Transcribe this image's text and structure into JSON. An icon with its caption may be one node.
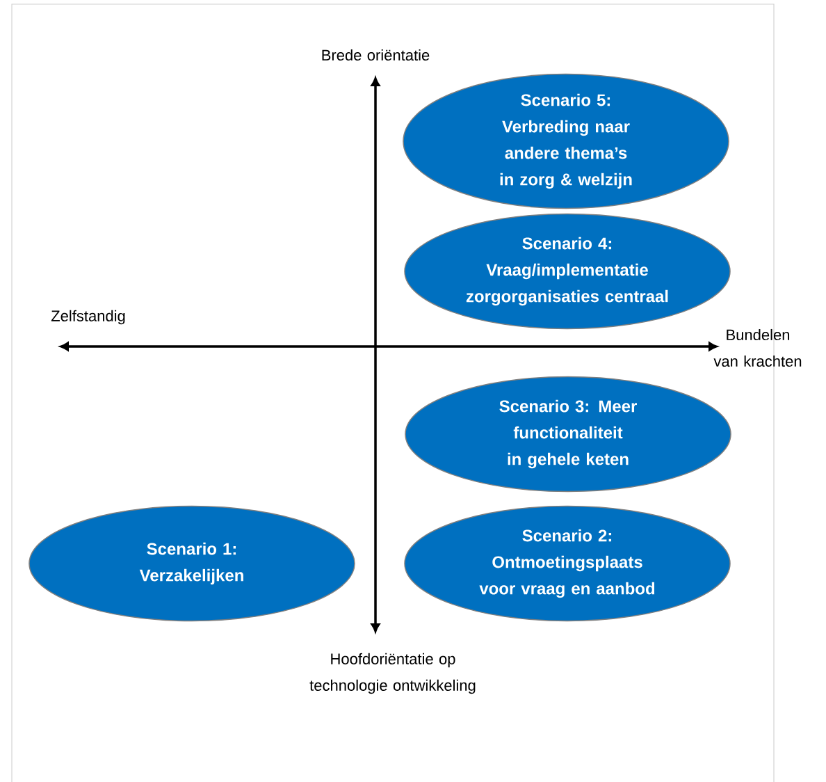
{
  "diagram": {
    "nodes": [
      {
        "text": [
          "Scenario 5: Verbreding naar andere thema’s in zorg & welzijn"
        ]
      },
      {
        "text": [
          "Scenario 4: Vraag/implementatie zorgorganisaties centraal"
        ]
      },
      {
        "text": [
          "Scenario 3: Meer functionaliteit in gehele keten"
        ]
      },
      {
        "text": [
          "Scenario 1: Verzakelijken"
        ]
      },
      {
        "text": [
          "Scenario 2: Ontmoetingsplaats voor vraag en aanbod"
        ]
      }
    ],
    "labels": [
      "Brede oriëntatie",
      "Zelfstandig",
      "Bundelen van krachten",
      "Hoofdoriëntatie op technologie ontwikkeling"
    ]
  }
}
